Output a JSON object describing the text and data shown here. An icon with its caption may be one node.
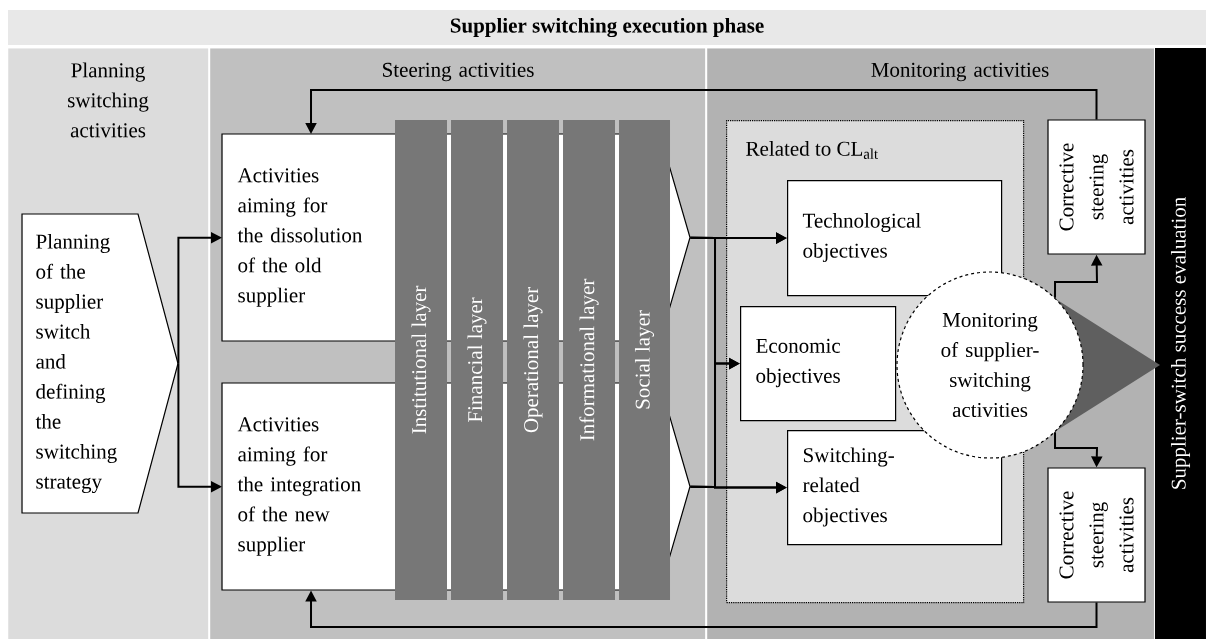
{
  "diagram": {
    "title": "Supplier switching execution phase",
    "nodes": [
      {
        "text": [
          "Planning switching activities"
        ]
      },
      {
        "text": [
          "Steering activities"
        ]
      },
      {
        "text": [
          "Monitoring activities"
        ]
      },
      {
        "text": [
          "Supplier-switch success evaluation"
        ]
      },
      {
        "text": [
          "Planning of the supplier switch and defining the switching strategy"
        ],
        "in": 0
      },
      {
        "text": [
          "Activities aiming for the dissolution of the old supplier"
        ],
        "in": 1
      },
      {
        "text": [
          "Activities aiming for the integration of the new supplier"
        ],
        "in": 1
      },
      {
        "text": [
          "Institutional layer"
        ],
        "in": 1
      },
      {
        "text": [
          "Financial layer"
        ],
        "in": 1
      },
      {
        "text": [
          "Operational layer"
        ],
        "in": 1
      },
      {
        "text": [
          "Informational layer"
        ],
        "in": 1
      },
      {
        "text": [
          "Social layer"
        ],
        "in": 1
      },
      {
        "text": [
          "Related to CL$_{alt}$"
        ],
        "in": 2
      },
      {
        "text": [
          "Technological objectives"
        ],
        "in": 12
      },
      {
        "text": [
          "Economic objectives"
        ],
        "in": 12
      },
      {
        "text": [
          "Switching-related objectives"
        ],
        "in": 12
      },
      {
        "text": [
          "Monitoring of supplier-switching activities"
        ],
        "in": 2
      },
      {
        "text": [
          "Corrective steering activities"
        ],
        "in": 2
      },
      {
        "text": [
          "Corrective steering activities"
        ],
        "in": 2
      },
      {
        "text": [],
        "shape": "triangle",
        "in": 2
      }
    ],
    "edges": [
      {
        "from": 4,
        "to": 5,
        "arrow": "to"
      },
      {
        "from": 4,
        "to": 6,
        "arrow": "to"
      },
      {
        "from": 5,
        "to": 13,
        "arrow": "to"
      },
      {
        "from": 5,
        "to": 14,
        "arrow": "to"
      },
      {
        "from": 5,
        "to": 15,
        "arrow": "to"
      },
      {
        "from": 6,
        "to": 13,
        "arrow": "to"
      },
      {
        "from": 6,
        "to": 14,
        "arrow": "to"
      },
      {
        "from": 6,
        "to": 15,
        "arrow": "to"
      },
      {
        "from": 17,
        "to": 5,
        "arrow": "to"
      },
      {
        "from": 18,
        "to": 6,
        "arrow": "to"
      },
      {
        "from": 16,
        "to": 17,
        "arrow": "to"
      },
      {
        "from": 16,
        "to": 18,
        "arrow": "to"
      }
    ]
  }
}
